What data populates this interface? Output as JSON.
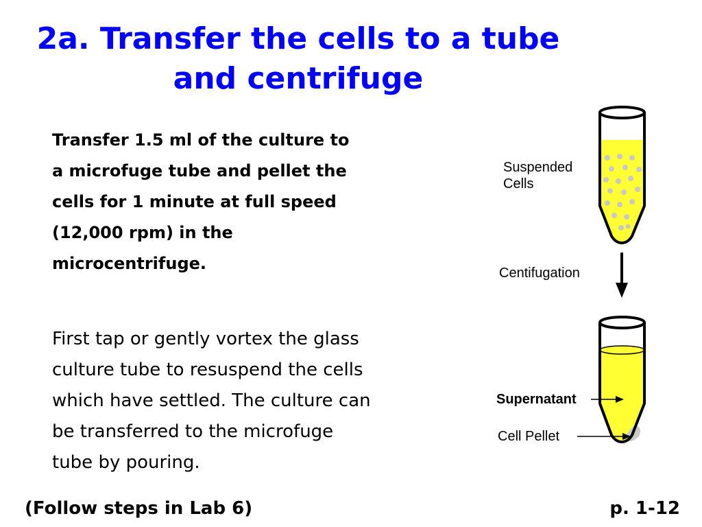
{
  "title": {
    "line1": "2a. Transfer the cells to a tube",
    "line2": "and centrifuge"
  },
  "paragraph1": {
    "lines": [
      "Transfer 1.5 ml of the culture to",
      "a microfuge tube and pellet the",
      "cells for 1 minute at full speed",
      "(12,000 rpm) in the",
      "microcentrifuge."
    ]
  },
  "paragraph2": {
    "lines": [
      "First tap or gently vortex the glass",
      "culture tube to resuspend the cells",
      "which have settled. The culture can",
      "be transferred to the microfuge",
      "tube by pouring."
    ]
  },
  "diagram": {
    "label_suspended_line1": "Suspended",
    "label_suspended_line2": "Cells",
    "label_centrifugation": "Centifugation",
    "label_supernatant": "Supernatant",
    "label_pellet": "Cell Pellet",
    "colors": {
      "liquid": "#ffff33",
      "tube_outline": "#000000",
      "cells": "#c8c8c8",
      "pellet": "#c8c8c8"
    }
  },
  "footer": {
    "left": "(Follow steps in Lab 6)",
    "right": "p. 1-12"
  }
}
